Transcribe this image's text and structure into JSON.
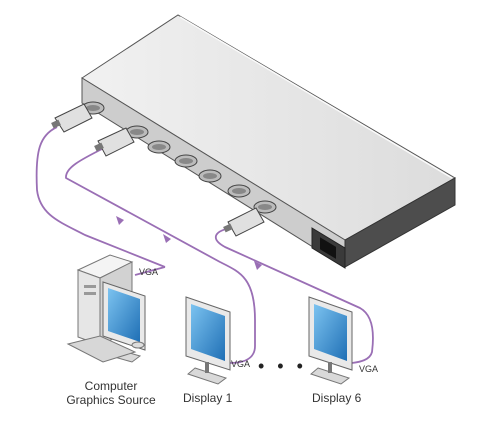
{
  "labels": {
    "vga_computer": "VGA",
    "vga_display1": "VGA",
    "vga_display6": "VGA",
    "computer_line1": "Computer",
    "computer_line2": "Graphics Source",
    "display1": "Display 1",
    "display6": "Display 6",
    "ellipsis": "• • •"
  },
  "colors": {
    "cable": "#9a6fb5",
    "chassis_top": "#e6e6e6",
    "chassis_front": "#c9c9c9",
    "chassis_side": "#5a5a5a",
    "screen": "#3a8fd4",
    "device_body": "#e9e9e9"
  },
  "icons": [
    "distribution-amplifier",
    "vga-connector",
    "computer-tower",
    "monitor",
    "keyboard",
    "mouse",
    "power-socket"
  ]
}
